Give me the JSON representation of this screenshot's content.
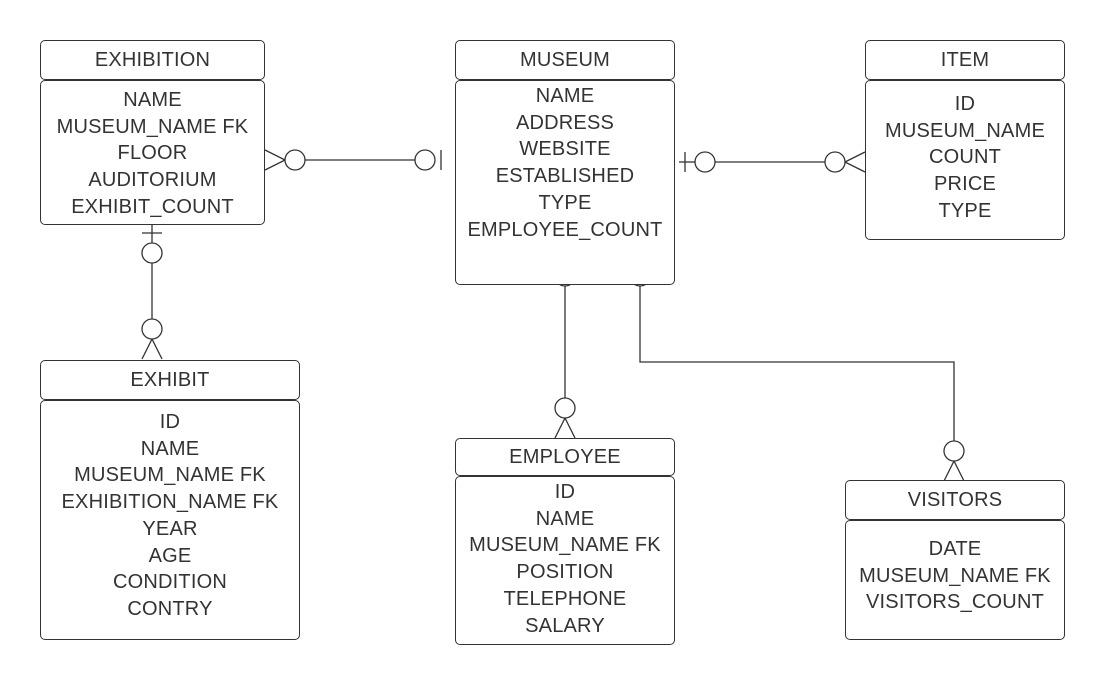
{
  "entities": {
    "exhibition": {
      "title": "EXHIBITION",
      "fields": [
        "NAME",
        "MUSEUM_NAME FK",
        "FLOOR",
        "AUDITORIUM",
        "EXHIBIT_COUNT"
      ]
    },
    "museum": {
      "title": "MUSEUM",
      "fields": [
        "NAME",
        "ADDRESS",
        "WEBSITE",
        "ESTABLISHED",
        "TYPE",
        "EMPLOYEE_COUNT"
      ]
    },
    "item": {
      "title": "ITEM",
      "fields": [
        "ID",
        "MUSEUM_NAME",
        "COUNT",
        "PRICE",
        "TYPE"
      ]
    },
    "exhibit": {
      "title": "EXHIBIT",
      "fields": [
        "ID",
        "NAME",
        "MUSEUM_NAME FK",
        "EXHIBITION_NAME FK",
        "YEAR",
        "AGE",
        "CONDITION",
        "CONTRY"
      ]
    },
    "employee": {
      "title": "EMPLOYEE",
      "fields": [
        "ID",
        "NAME",
        "MUSEUM_NAME FK",
        "POSITION",
        "TELEPHONE",
        "SALARY"
      ]
    },
    "visitors": {
      "title": "VISITORS",
      "fields": [
        "DATE",
        "MUSEUM_NAME FK",
        "VISITORS_COUNT"
      ]
    }
  },
  "relationships": [
    {
      "from": "museum",
      "from_cardinality": "zero-or-one",
      "to": "exhibition",
      "to_cardinality": "zero-or-many"
    },
    {
      "from": "museum",
      "from_cardinality": "zero-or-one",
      "to": "item",
      "to_cardinality": "zero-or-many"
    },
    {
      "from": "exhibition",
      "from_cardinality": "zero-or-one",
      "to": "exhibit",
      "to_cardinality": "zero-or-many"
    },
    {
      "from": "museum",
      "from_cardinality": "zero-or-one",
      "to": "employee",
      "to_cardinality": "zero-or-many"
    },
    {
      "from": "museum",
      "from_cardinality": "zero-or-one",
      "to": "visitors",
      "to_cardinality": "zero-or-many"
    }
  ],
  "colors": {
    "line": "#333333",
    "background": "#ffffff",
    "text": "#333333"
  }
}
